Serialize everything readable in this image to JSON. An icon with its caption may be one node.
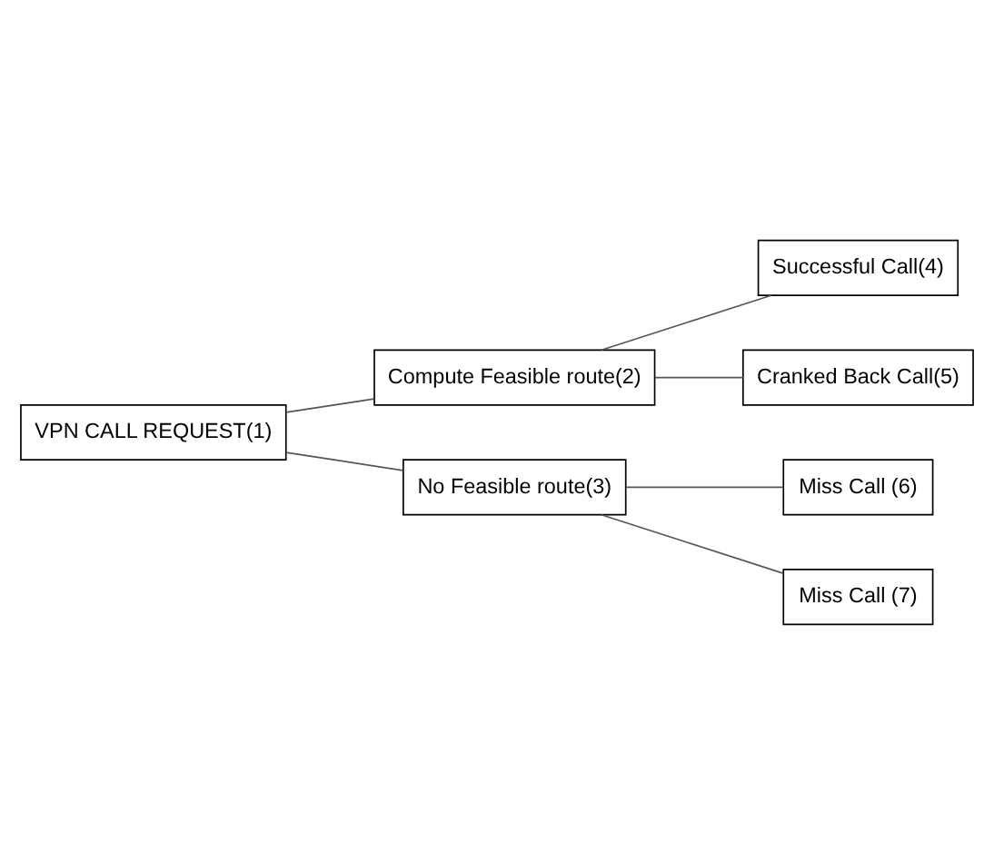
{
  "diagram": {
    "nodes": [
      {
        "text": [
          "VPN CALL REQUEST(1)"
        ]
      },
      {
        "text": [
          "Compute Feasible route(2)"
        ]
      },
      {
        "text": [
          "No Feasible route(3)"
        ]
      },
      {
        "text": [
          "Successful Call(4)"
        ]
      },
      {
        "text": [
          "Cranked Back Call(5)"
        ]
      },
      {
        "text": [
          "Miss Call (6)"
        ]
      },
      {
        "text": [
          "Miss Call (7)"
        ]
      }
    ],
    "edges": [
      {
        "from": 0,
        "to": 1,
        "arrow": "none"
      },
      {
        "from": 0,
        "to": 2,
        "arrow": "none"
      },
      {
        "from": 1,
        "to": 3,
        "arrow": "none"
      },
      {
        "from": 1,
        "to": 4,
        "arrow": "none"
      },
      {
        "from": 2,
        "to": 5,
        "arrow": "none"
      },
      {
        "from": 2,
        "to": 6,
        "arrow": "none"
      }
    ]
  }
}
